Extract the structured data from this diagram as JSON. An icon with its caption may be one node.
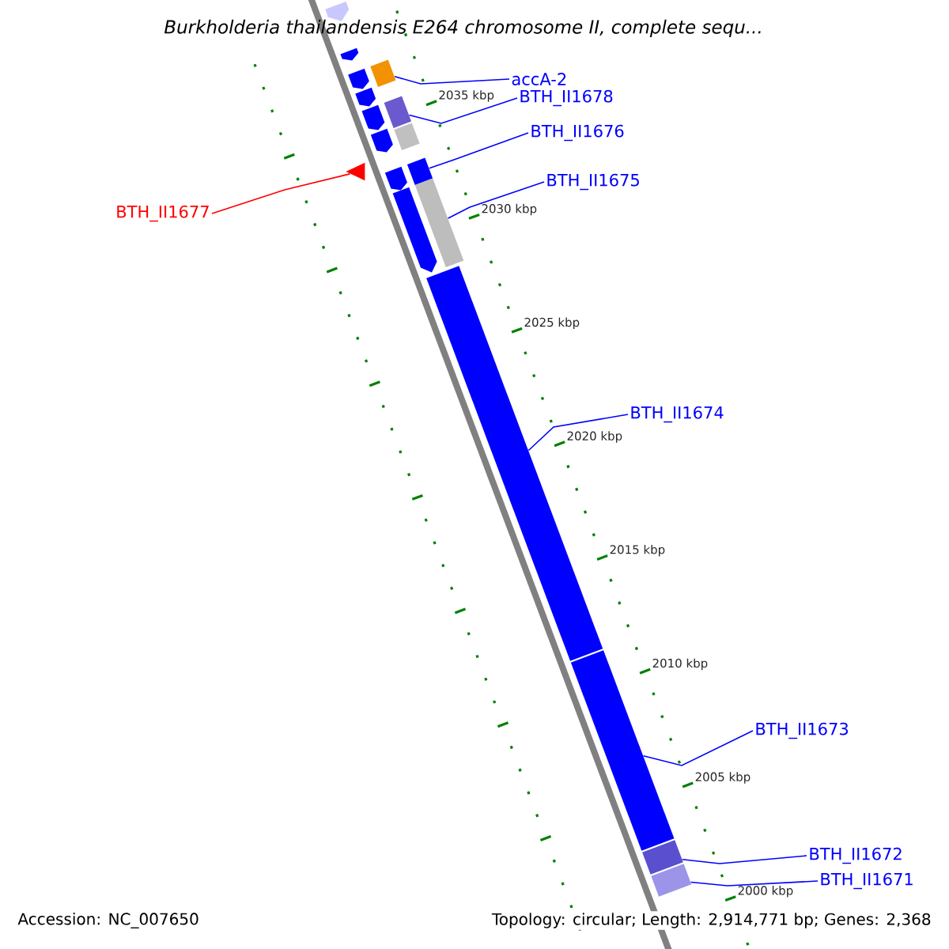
{
  "diagram": {
    "title": "Burkholderia thailandensis E264 chromosome II, complete sequ...",
    "nodes": [
      {
        "text": [
          "accA-2"
        ]
      },
      {
        "text": [
          "BTH_II1678"
        ]
      },
      {
        "text": [
          "BTH_II1676"
        ]
      },
      {
        "text": [
          "BTH_II1675"
        ]
      },
      {
        "text": [
          "BTH_II1677"
        ]
      },
      {
        "text": [
          "BTH_II1674"
        ]
      },
      {
        "text": [
          "BTH_II1673"
        ]
      },
      {
        "text": [
          "BTH_II1672"
        ]
      },
      {
        "text": [
          "BTH_II1671"
        ]
      },
      {
        "text": [],
        "shape": "box"
      },
      {
        "text": [],
        "shape": "box"
      },
      {
        "text": [],
        "shape": "box"
      },
      {
        "text": [],
        "shape": "bar"
      },
      {
        "text": [],
        "shape": "triangle"
      },
      {
        "text": [],
        "shape": "bar"
      },
      {
        "text": [],
        "shape": "bar"
      },
      {
        "text": [],
        "shape": "box"
      },
      {
        "text": [],
        "shape": "box"
      },
      {
        "text": [],
        "shape": "pentagon"
      },
      {
        "text": [],
        "shape": "pentagon"
      },
      {
        "text": [],
        "shape": "pentagon"
      },
      {
        "text": [],
        "shape": "pentagon"
      },
      {
        "text": [],
        "shape": "pentagon"
      },
      {
        "text": [],
        "shape": "pentagon"
      },
      {
        "text": [],
        "shape": "box"
      },
      {
        "text": [],
        "shape": "pentagon"
      },
      {
        "text": [],
        "shape": "pentagon"
      }
    ],
    "edges": [
      {
        "from": 0,
        "to": 9,
        "arrow": "none"
      },
      {
        "from": 1,
        "to": 10,
        "arrow": "none"
      },
      {
        "from": 2,
        "to": 11,
        "arrow": "none"
      },
      {
        "from": 3,
        "to": 12,
        "arrow": "none"
      },
      {
        "from": 4,
        "to": 13,
        "arrow": "none",
        "color": "#ff0000"
      },
      {
        "from": 5,
        "to": 14,
        "arrow": "none"
      },
      {
        "from": 6,
        "to": 15,
        "arrow": "none"
      },
      {
        "from": 7,
        "to": 16,
        "arrow": "none"
      },
      {
        "from": 8,
        "to": 17,
        "arrow": "none"
      }
    ],
    "labels": [
      "2035 kbp",
      "2030 kbp",
      "2025 kbp",
      "2020 kbp",
      "2015 kbp",
      "2010 kbp",
      "2005 kbp",
      "2000 kbp",
      "Accession: NC_007650",
      "Topology: circular; Length: 2,914,771 bp; Genes: 2,368"
    ]
  }
}
